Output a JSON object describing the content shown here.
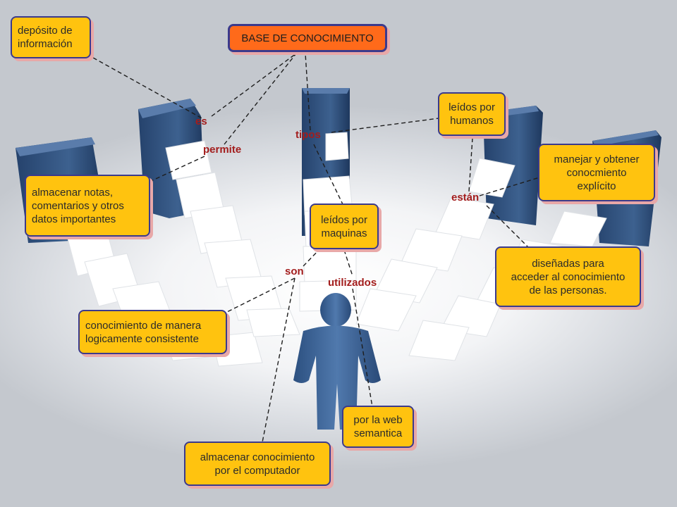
{
  "root": {
    "label": "BASE DE CONOCIMIENTO"
  },
  "links": {
    "es": "es",
    "permite": "permite",
    "tipos": "tipos",
    "estan": "están",
    "son": "son",
    "utilizados": "utilizados"
  },
  "nodes": {
    "deposito": "depósito de\ninformación",
    "almacenar_notas": "almacenar notas,\ncomentarios y otros\ndatos importantes",
    "leidos_humanos": "leídos por\nhumanos",
    "manejar": "manejar y obtener\nconocmiento\nexplícito",
    "leidos_maquinas": "leídos por\nmaquinas",
    "disenadas": "diseñadas para\nacceder al conocimiento\nde las personas.",
    "logicamente": "conocimiento de manera\nlogicamente consistente",
    "web": "por la web\nsemantica",
    "computador": "almacenar conocimiento\npor el computador"
  },
  "colors": {
    "node_fill": "#ffc30f",
    "root_fill": "#ff6a1a",
    "border": "#3b3a8c",
    "link_text": "#a31d1d",
    "server": "#2e4d79",
    "person": "#3d6494"
  },
  "icons": [
    "server-icon",
    "document-icon",
    "person-icon"
  ]
}
